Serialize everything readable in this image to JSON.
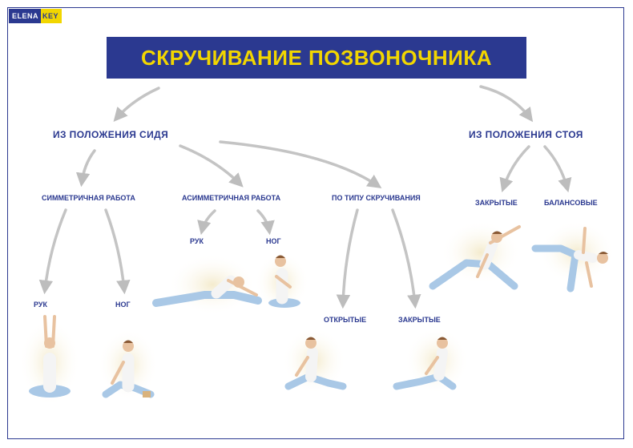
{
  "logo": {
    "part1": "ELENA",
    "part2": "KEY"
  },
  "title": "СКРУЧИВАНИЕ ПОЗВОНОЧНИКА",
  "categories": {
    "sitting": {
      "label": "ИЗ ПОЛОЖЕНИЯ СИДЯ",
      "symmetric": {
        "label": "СИММЕТРИЧНАЯ РАБОТА",
        "arms": "РУК",
        "legs": "НОГ"
      },
      "asymmetric": {
        "label": "АСИММЕТРИЧНАЯ РАБОТА",
        "arms": "РУК",
        "legs": "НОГ"
      },
      "by_type": {
        "label": "ПО ТИПУ СКРУЧИВАНИЯ",
        "open": "ОТКРЫТЫЕ",
        "closed": "ЗАКРЫТЫЕ"
      }
    },
    "standing": {
      "label": "ИЗ ПОЛОЖЕНИЯ СТОЯ",
      "closed": "ЗАКРЫТЫЕ",
      "balance": "БАЛАНСОВЫЕ"
    }
  },
  "colors": {
    "brand": "#2b3990",
    "accent": "#f2d600",
    "arrow": "#bdbdbd",
    "clothing": "#a9c8e6",
    "skin": "#e8c2a0"
  }
}
